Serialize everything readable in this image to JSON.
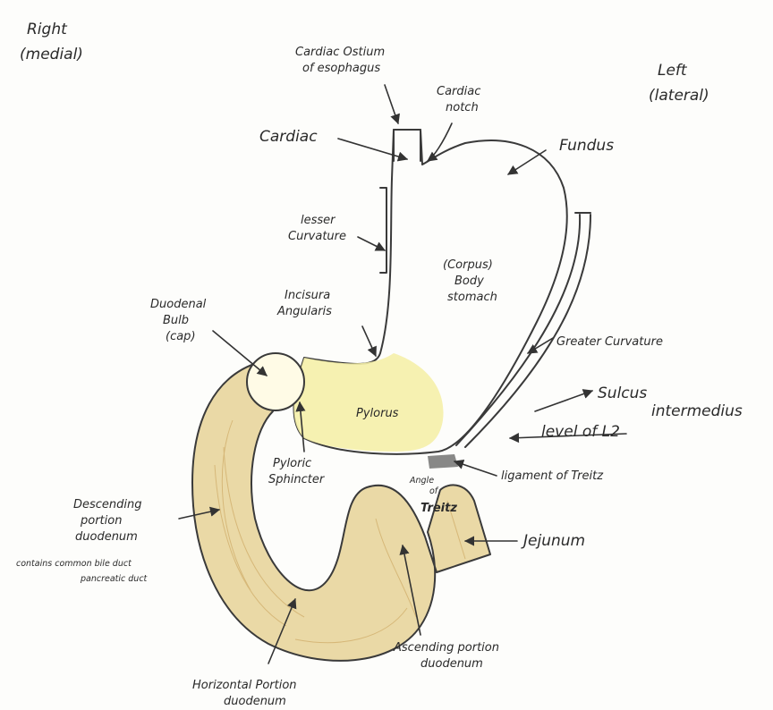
{
  "diagram": {
    "labels": {
      "right_medial": [
        "Right",
        "(medial)"
      ],
      "left_lateral": [
        "Left",
        "(lateral)"
      ],
      "cardiac_ostium": [
        "Cardiac Ostium",
        "of esophagus"
      ],
      "cardiac_notch": [
        "Cardiac",
        "notch"
      ],
      "cardiac": "Cardiac",
      "fundus": "Fundus",
      "lesser_curvature": [
        "lesser",
        "Curvature"
      ],
      "corpus_body": [
        "(Corpus)",
        "Body",
        "stomach"
      ],
      "incisura_angularis": [
        "Incisura",
        "Angularis"
      ],
      "duodenal_bulb": [
        "Duodenal",
        "Bulb",
        "(cap)"
      ],
      "greater_curvature": "Greater Curvature",
      "sulcus_intermedius": [
        "Sulcus",
        "intermedius"
      ],
      "level_of_l2": "level of L2",
      "pylorus": "Pylorus",
      "pyloric_sphincter": [
        "Pyloric",
        "Sphincter"
      ],
      "ligament_of_treitz": "ligament of Treitz",
      "angle_of_treitz": [
        "Angle",
        "of",
        "Treitz"
      ],
      "descending_duodenum": [
        "Descending",
        "portion",
        "duodenum"
      ],
      "papilla_note": [
        "contains common bile duct",
        "pancreatic duct"
      ],
      "jejunum": "Jejunum",
      "ascending_duodenum": [
        "Ascending portion",
        "duodenum"
      ],
      "horizontal_duodenum": [
        "Horizontal Portion",
        "duodenum"
      ]
    },
    "colors": {
      "ink": "#3a3a3a",
      "pylorus_fill": "#f5f0a8",
      "duodenum_fill": "#ead9a6",
      "duodenum_streak": "#c9a25a",
      "treitz_fill": "#555555"
    }
  }
}
